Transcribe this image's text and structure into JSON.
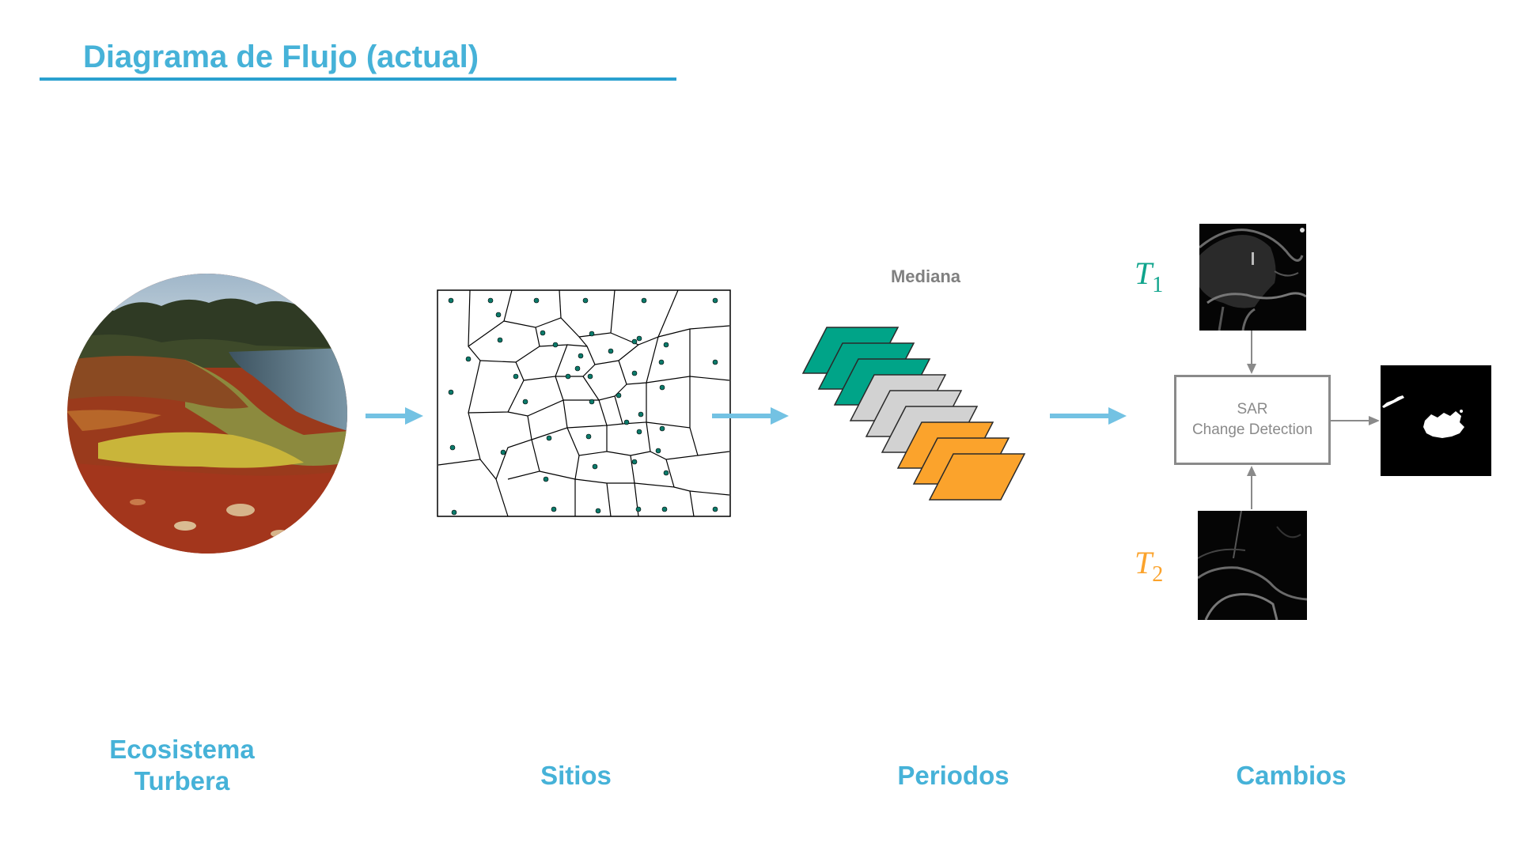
{
  "title": "Diagrama de Flujo (actual)",
  "colors": {
    "accent": "#46b2d8",
    "teal": "#00a488",
    "gray_sheet": "#d2d2d2",
    "orange": "#fba32c",
    "arrow": "#73c2e3"
  },
  "stages": {
    "ecosistema_line1": "Ecosistema",
    "ecosistema_line2": "Turbera",
    "sitios": "Sitios",
    "periodos": "Periodos",
    "cambios": "Cambios"
  },
  "periods": {
    "caption": "Mediana",
    "sheet_colors": [
      "teal",
      "teal",
      "teal",
      "gray",
      "gray",
      "gray",
      "orange",
      "orange",
      "orange"
    ]
  },
  "change_detection": {
    "t1_symbol": "T",
    "t1_subscript": "1",
    "t2_symbol": "T",
    "t2_subscript": "2",
    "box_line1": "SAR",
    "box_line2": "Change Detection"
  },
  "icons": {
    "ecosystem": "peatland-photo-circle",
    "sites": "voronoi-sites-map",
    "periods": "stacked-image-sheets",
    "result": "binary-change-mask"
  }
}
